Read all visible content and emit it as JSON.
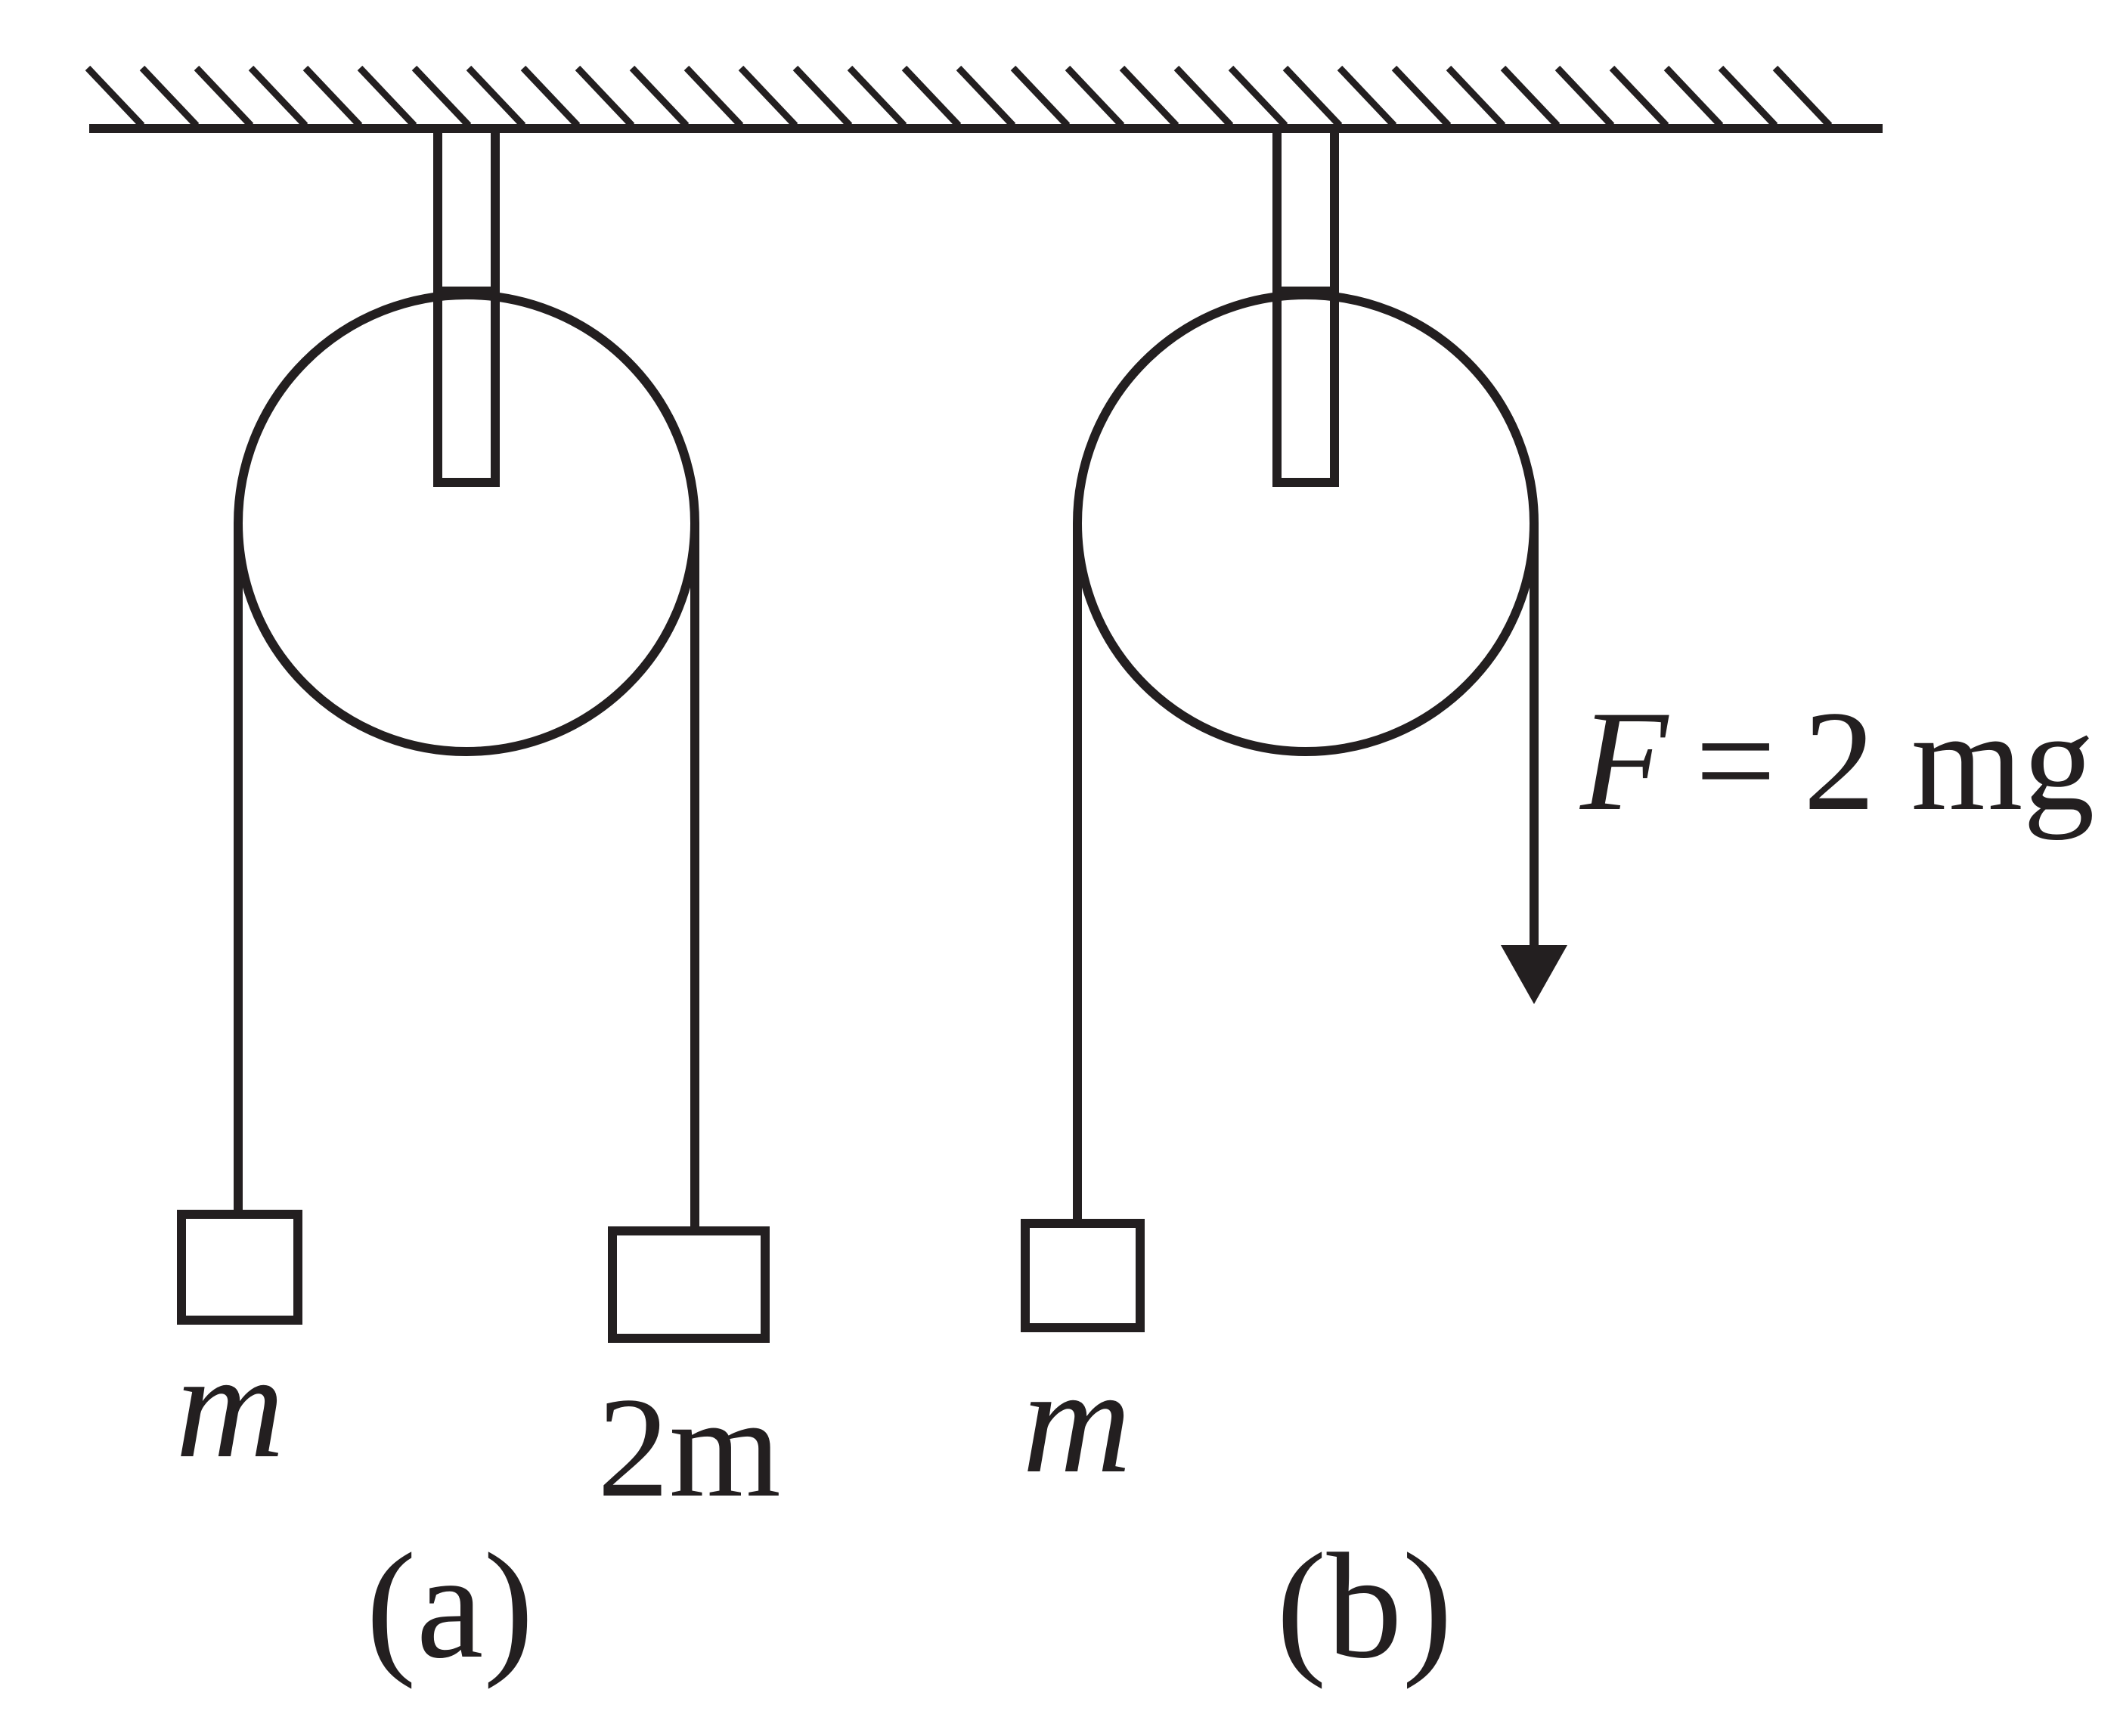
{
  "colors": {
    "ink": "#231f20",
    "background": "#ffffff"
  },
  "icons": [
    "ceiling-hatch",
    "pulley-wheel",
    "pulley-mount",
    "hanging-block",
    "force-arrow"
  ],
  "system_a": {
    "left_mass_label": "m",
    "right_mass_label": "2m",
    "caption": "(a)"
  },
  "system_b": {
    "mass_label": "m",
    "force": {
      "symbol": "F",
      "equals": "=",
      "value": "2 mg"
    },
    "caption": "(b)"
  }
}
